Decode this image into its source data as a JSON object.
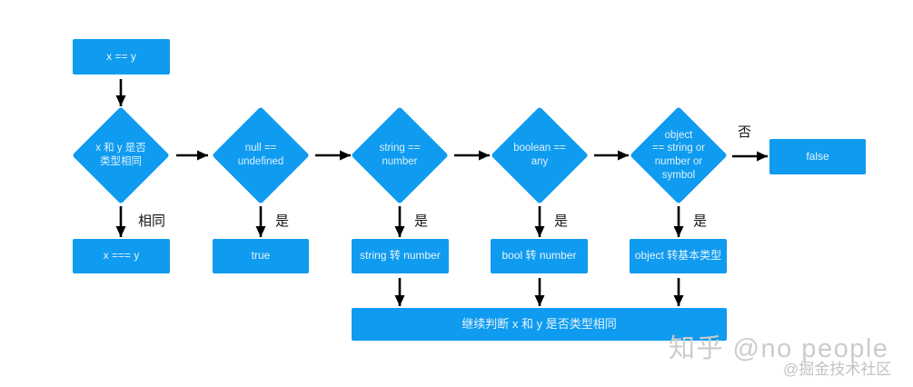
{
  "diagram": {
    "nodes": {
      "start": "x == y",
      "check_type_same": "x 和 y 是否\n类型相同",
      "check_null_undefined": "null ==\nundefined",
      "check_string_number": "string ==\nnumber",
      "check_boolean_any": "boolean ==\nany",
      "check_object_primitive": "object\n== string or\nnumber or\nsymbol",
      "result_false": "false",
      "result_strict_equal": "x === y",
      "result_true": "true",
      "convert_string_to_number": "string 转 number",
      "convert_bool_to_number": "bool 转 number",
      "convert_object_to_primitive": "object 转基本类型",
      "continue_check": "继续判断 x 和 y 是否类型相同"
    },
    "edge_labels": {
      "same": "相同",
      "yes_null": "是",
      "yes_string": "是",
      "yes_boolean": "是",
      "yes_object": "是",
      "no": "否"
    },
    "colors": {
      "node_fill": "#0f9bef",
      "node_text": "#e6f4fd",
      "arrow": "#000000",
      "label_text": "#161616",
      "watermark": "#cccccc"
    }
  },
  "watermark": {
    "main": "知乎 @no people",
    "sub": "@掘金技术社区"
  }
}
